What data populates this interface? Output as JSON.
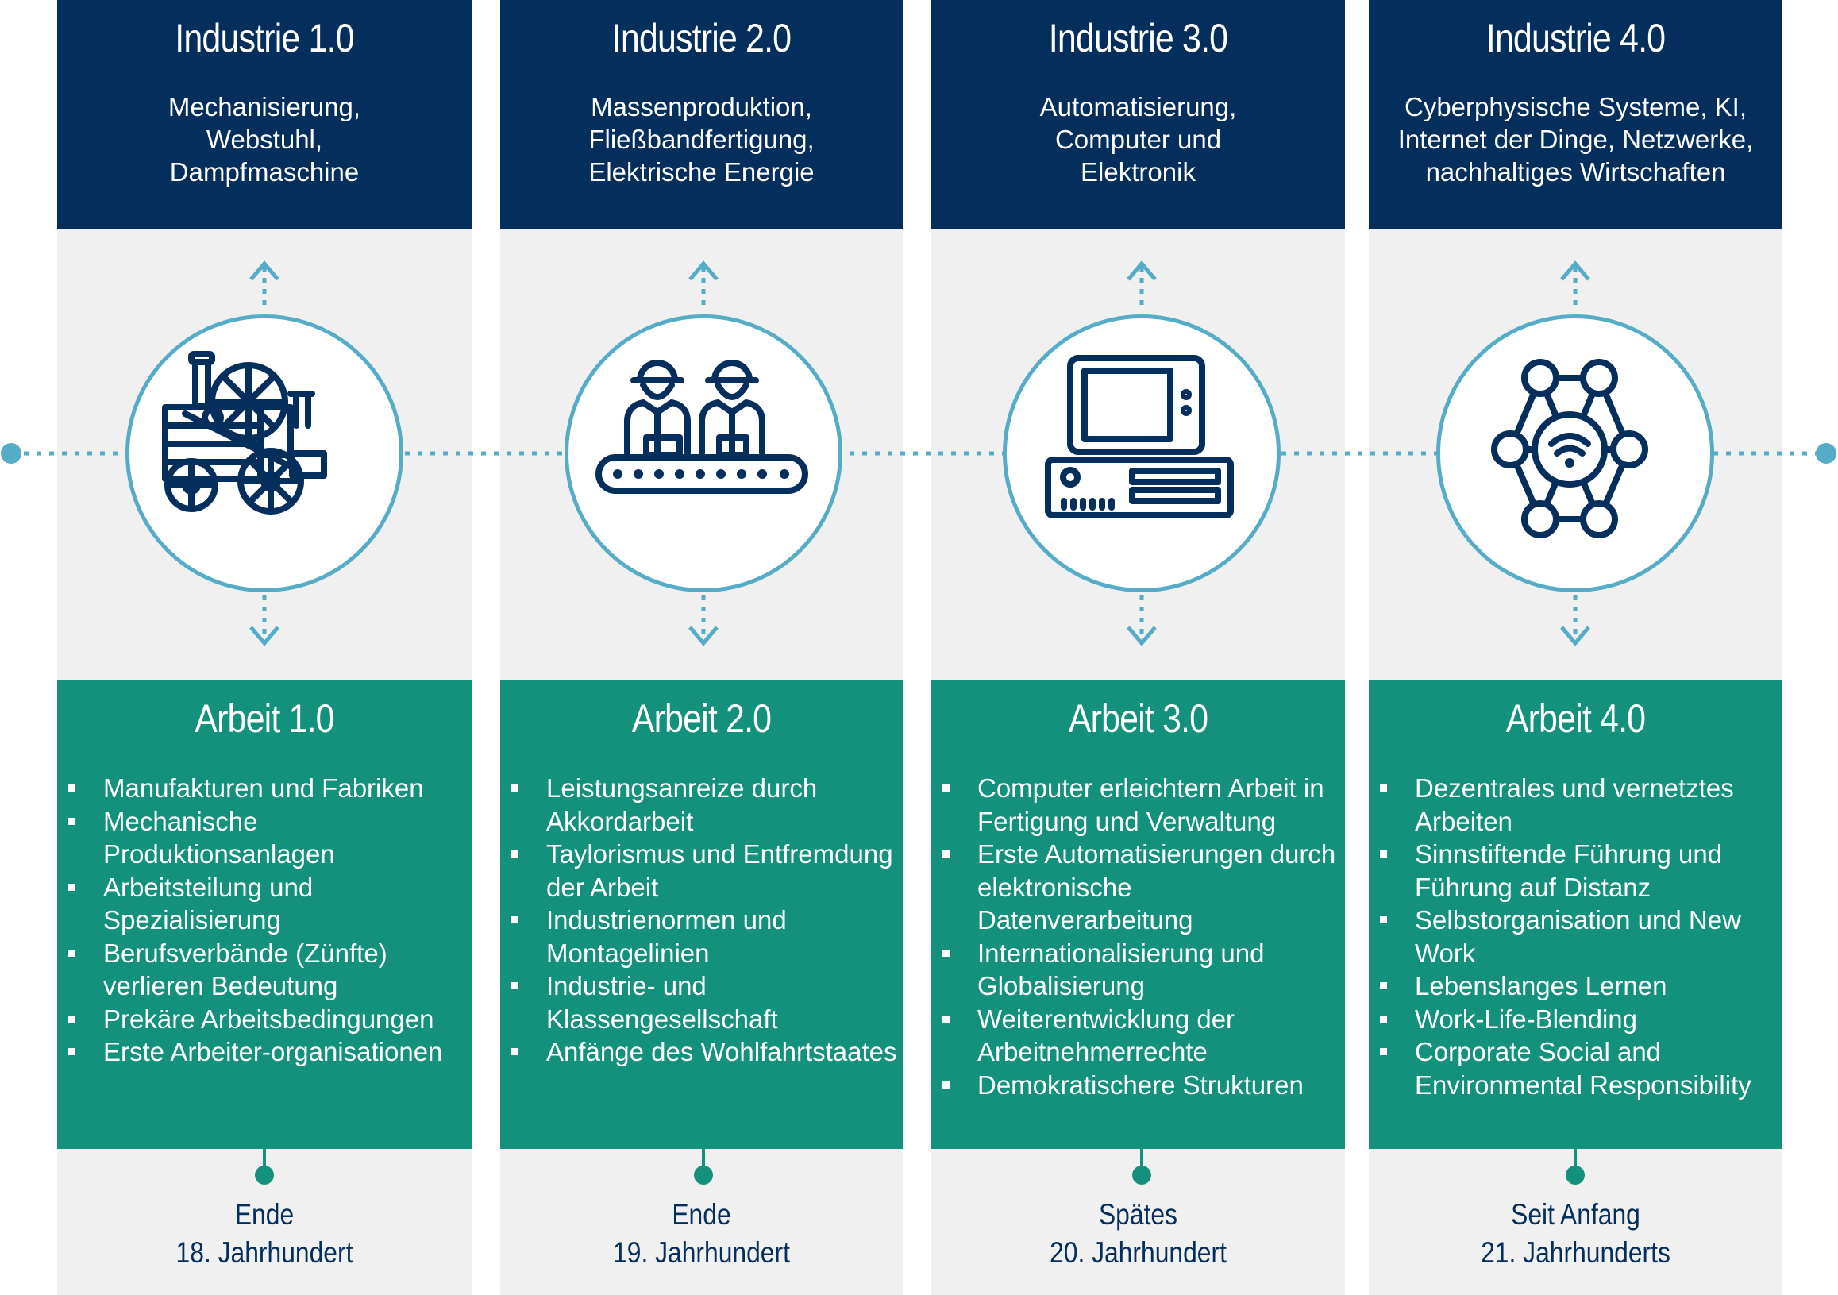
{
  "columns": [
    {
      "industry_title": "Industrie 1.0",
      "industry_desc": [
        "Mechanisierung,",
        "Webstuhl,",
        "Dampfmaschine"
      ],
      "work_title": "Arbeit 1.0",
      "work_items": [
        "Manufakturen und Fabriken",
        "Mechanische Produktionsanlagen",
        "Arbeitsteilung und Spezialisierung",
        "Berufsverbände (Zünfte) verlieren Bedeutung",
        "Prekäre Arbeitsbedingungen",
        "Erste Arbeiter-organisationen"
      ],
      "era": [
        "Ende",
        "18. Jahrhundert"
      ],
      "icon": "steam-engine-icon"
    },
    {
      "industry_title": "Industrie 2.0",
      "industry_desc": [
        "Massenproduktion,",
        "Fließbandfertigung,",
        "Elektrische Energie"
      ],
      "work_title": "Arbeit 2.0",
      "work_items": [
        "Leistungsanreize durch Akkordarbeit",
        "Taylorismus und Entfremdung der Arbeit",
        "Industrienormen und Montagelinien",
        "Industrie- und Klassengesellschaft",
        "Anfänge des Wohlfahrtstaates"
      ],
      "era": [
        "Ende",
        "19. Jahrhundert"
      ],
      "icon": "assembly-line-workers-icon"
    },
    {
      "industry_title": "Industrie 3.0",
      "industry_desc": [
        "Automatisierung,",
        "Computer und",
        "Elektronik"
      ],
      "work_title": "Arbeit 3.0",
      "work_items": [
        "Computer erleichtern Arbeit in Fertigung und Verwaltung",
        "Erste Automatisierungen durch elektronische Datenverarbeitung",
        "Internationalisierung und Globalisierung",
        "Weiterentwicklung der Arbeitnehmerrechte",
        "Demokratischere Strukturen"
      ],
      "era": [
        "Spätes",
        "20. Jahrhundert"
      ],
      "icon": "computer-icon"
    },
    {
      "industry_title": "Industrie 4.0",
      "industry_desc": [
        "Cyberphysische Systeme, KI,",
        "Internet der Dinge, Netzwerke,",
        "nachhaltiges Wirtschaften"
      ],
      "work_title": "Arbeit 4.0",
      "work_items": [
        "Dezentrales und vernetztes Arbeiten",
        "Sinnstiftende Führung und Führung auf Distanz",
        "Selbstorganisation und New Work",
        "Lebenslanges Lernen",
        "Work-Life-Blending",
        "Corporate Social and Environmental Responsibility"
      ],
      "era": [
        "Seit Anfang",
        "21. Jahrhunderts"
      ],
      "icon": "network-hub-icon"
    }
  ],
  "colors": {
    "navy": "#042e5c",
    "teal": "#13917c",
    "light_blue": "#55acc6",
    "gray_bg": "#f0f0f0"
  }
}
